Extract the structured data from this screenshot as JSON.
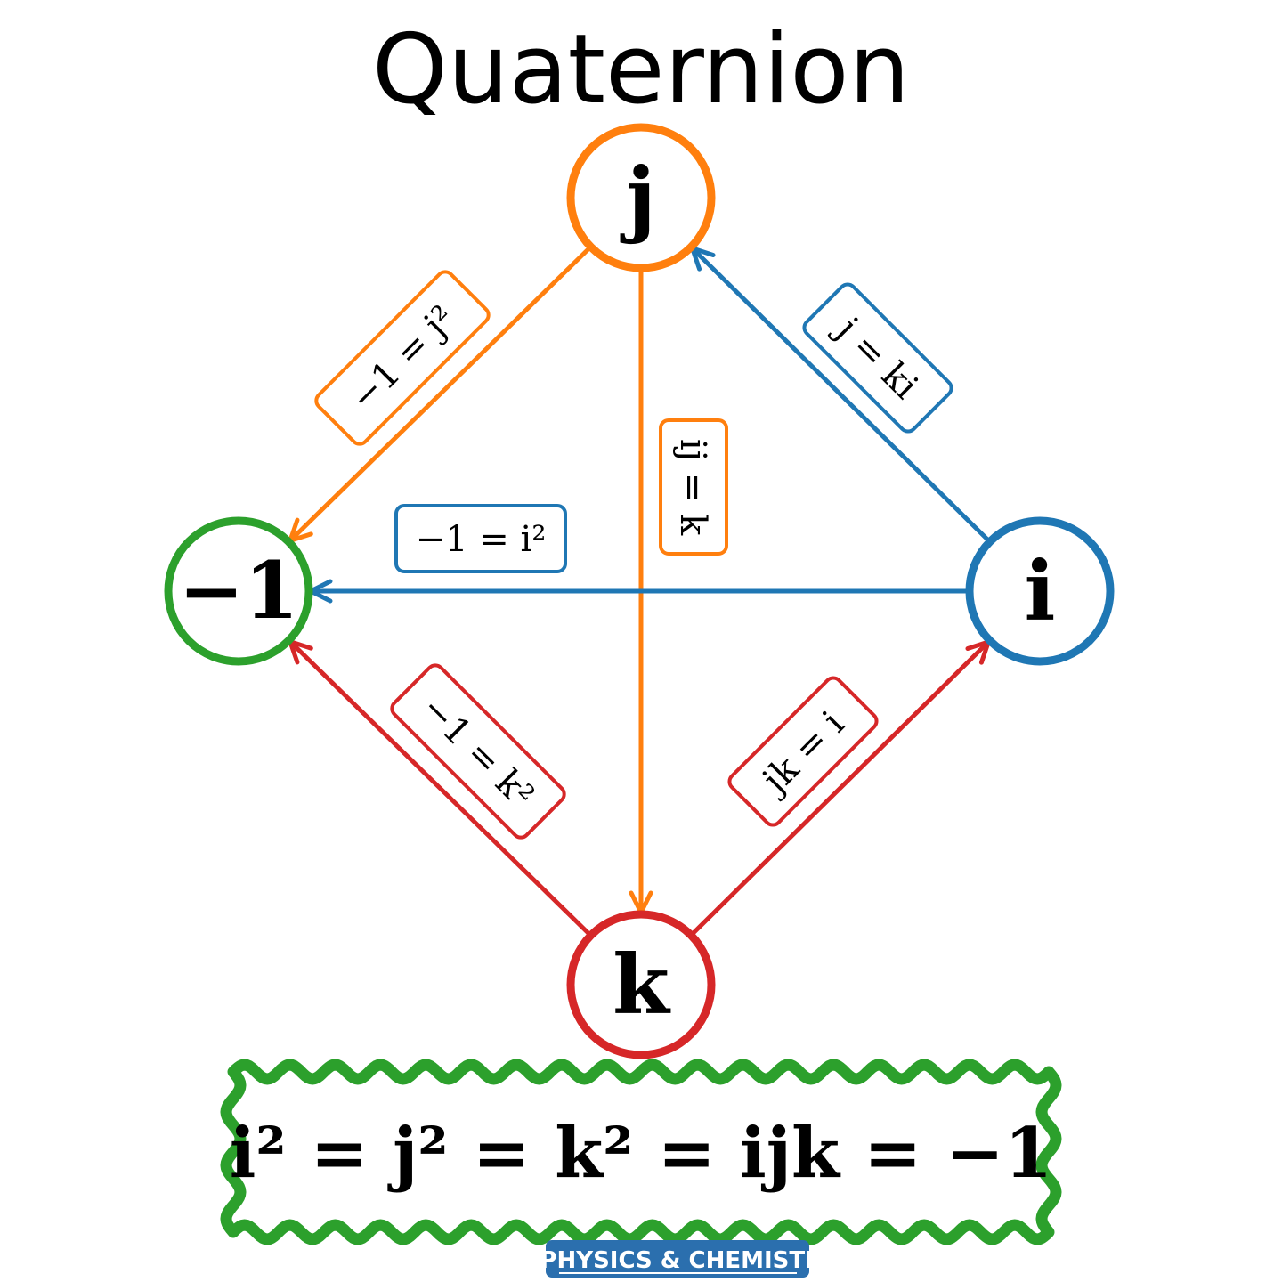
{
  "title": "Quaternion",
  "colors": {
    "orange": "#ff7f0e",
    "blue": "#1f77b4",
    "green": "#2ca02c",
    "red": "#d62728",
    "text": "#000000",
    "background": "#ffffff"
  },
  "nodes": [
    {
      "id": "j",
      "label": "j",
      "color": "#ff7f0e"
    },
    {
      "id": "neg1",
      "label": "−1",
      "color": "#2ca02c"
    },
    {
      "id": "i",
      "label": "i",
      "color": "#1f77b4"
    },
    {
      "id": "k",
      "label": "k",
      "color": "#d62728"
    }
  ],
  "edges": [
    {
      "from": "j",
      "to": "neg1",
      "label": "−1 = j²",
      "color": "#ff7f0e"
    },
    {
      "from": "j",
      "to": "k",
      "label": "ij = k",
      "color": "#ff7f0e"
    },
    {
      "from": "i",
      "to": "j",
      "label": "j = ki",
      "color": "#1f77b4"
    },
    {
      "from": "i",
      "to": "neg1",
      "label": "−1 = i²",
      "color": "#1f77b4"
    },
    {
      "from": "k",
      "to": "neg1",
      "label": "−1 = k²",
      "color": "#d62728"
    },
    {
      "from": "k",
      "to": "i",
      "label": "jk = i",
      "color": "#d62728"
    }
  ],
  "identity": {
    "text": "i² = j² = k² = ijk = −1",
    "border_color": "#2ca02c"
  },
  "watermark": {
    "text": "@PHYSICS & CHEMISTRY",
    "bg_color": "#2b6fae"
  }
}
